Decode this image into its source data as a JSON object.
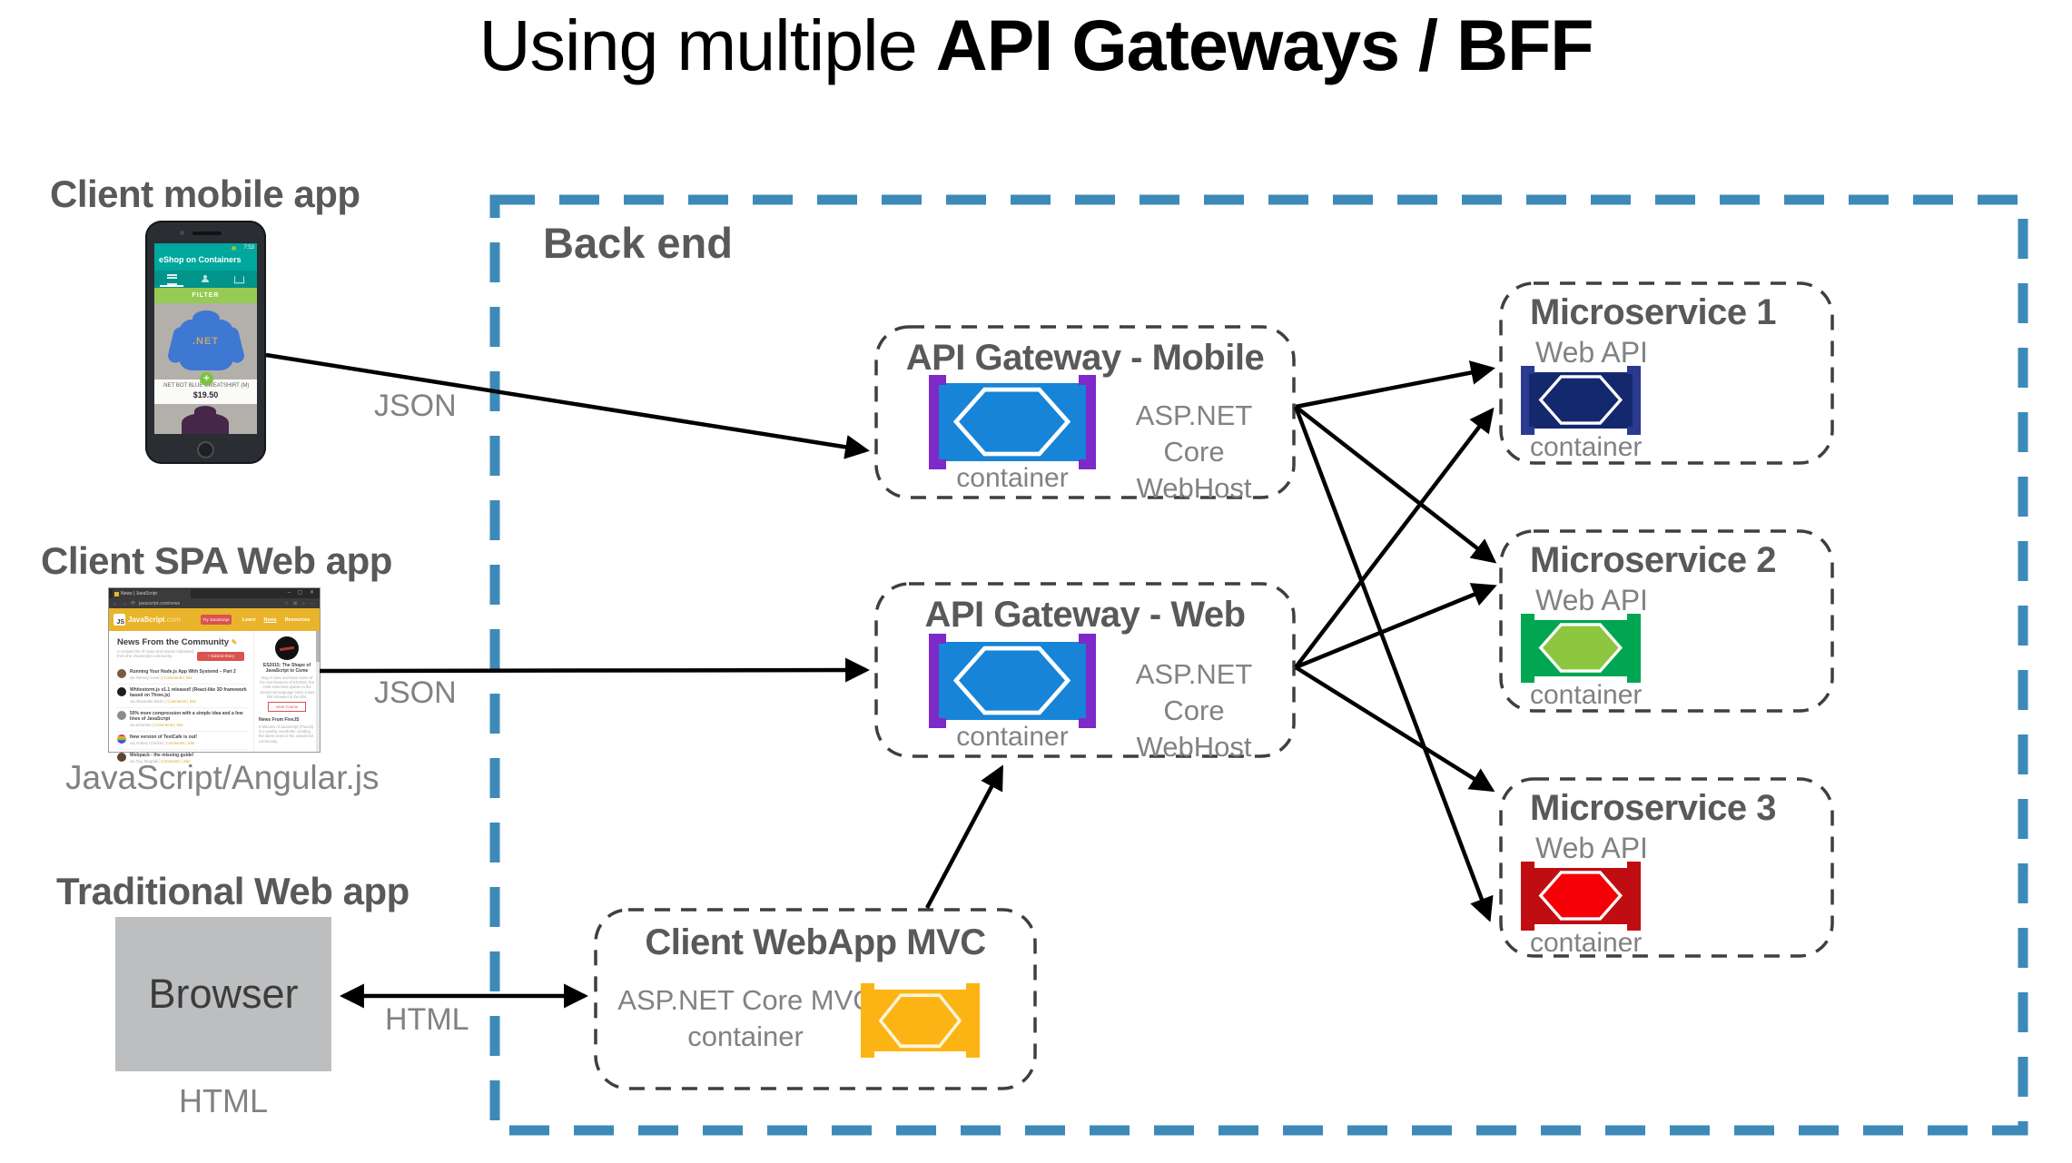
{
  "title": {
    "prefix": "Using multiple ",
    "emphasis": "API Gateways / BFF"
  },
  "backend": {
    "label": "Back end"
  },
  "edge_labels": {
    "mobile_json": "JSON",
    "spa_json": "JSON",
    "html": "HTML"
  },
  "clients": {
    "mobile": {
      "label": "Client mobile app",
      "phone": {
        "time": "7:53",
        "app_title": "eShop on Containers",
        "filter_button": "FILTER",
        "product_logo": ".NET",
        "product_name": ".NET BOT BLUE SWEATSHIRT (M)",
        "product_price": "$19.50"
      }
    },
    "spa": {
      "label": "Client SPA Web app",
      "caption": "JavaScript/Angular.js",
      "browser": {
        "tab_title": "News | JavaScript",
        "window_buttons": "– ▢ ✕",
        "nav_back": "←",
        "nav_fwd": "→",
        "nav_reload": "⟳",
        "url": "javascript.com/news",
        "action_icons": "☆ ⊞ ⌂ ⋯",
        "brand": "JavaScript",
        "brand_suffix": ".com",
        "try_button": "Try JavaScript",
        "nav": [
          "Learn",
          "News",
          "Resources"
        ],
        "heading": "News From the Community",
        "pencil": "✎",
        "subheading": "A curated list of news and stories submitted from the JavaScript community.",
        "submit_button": "+ Submit Story",
        "articles": [
          {
            "title": "Running Your Node.js App With Systemd – Part 2",
            "byline": "via Tierney Coren | ",
            "links": "Comments | Site"
          },
          {
            "title": "Whitestorm.js v1.1 released! (React-like 3D framework based on Three.js)",
            "byline": "via Alexander Buzin | ",
            "links": "Comments | Site"
          },
          {
            "title": "50% more compression with a simple idea and a few lines of JavaScript",
            "byline": "via arhuman | ",
            "links": "Comments | Site"
          },
          {
            "title": "New version of TestCafe is out!",
            "byline": "via Andrey Churkin | ",
            "links": "Comments | Site"
          },
          {
            "title": "Webpack - the missing guide!",
            "byline": "via Guy Mograbi | ",
            "links": "Comments | Site"
          }
        ],
        "sidebar": {
          "course_title": "ES2015: The Shape of JavaScript to Come",
          "course_text": "Stay in tune and learn some of the new features of ES2015, the most extensive update to the JavaScript language since it was first released in the 90s.",
          "course_button": "View Course",
          "newsletter_title": "News From FiveJS",
          "newsletter_text": "5 Minutes of JavaScript (FiveJS) is a weekly newsletter curating the latest news in the JavaScript community."
        }
      }
    },
    "traditional": {
      "label": "Traditional Web app",
      "box_label": "Browser",
      "caption": "HTML"
    }
  },
  "nodes": {
    "gateway_mobile": {
      "title": "API Gateway - Mobile",
      "container_label": "container",
      "tech_line1": "ASP.NET Core",
      "tech_line2": "WebHost"
    },
    "gateway_web": {
      "title": "API Gateway - Web",
      "container_label": "container",
      "tech_line1": "ASP.NET Core",
      "tech_line2": "WebHost"
    },
    "webapp_mvc": {
      "title": "Client WebApp MVC",
      "tech_line1": "ASP.NET Core MVC",
      "tech_line2": "container"
    },
    "microservice1": {
      "title": "Microservice 1",
      "subtitle": "Web API",
      "container_label": "container"
    },
    "microservice2": {
      "title": "Microservice 2",
      "subtitle": "Web API",
      "container_label": "container"
    },
    "microservice3": {
      "title": "Microservice 3",
      "subtitle": "Web API",
      "container_label": "container"
    }
  },
  "colors": {
    "backend_border": "#3D8AB8",
    "node_border": "#3F3F3F",
    "heading_text": "#58595B",
    "muted_text": "#808285",
    "arrow": "#000000",
    "gateway_container": "#1784D7",
    "gateway_bracket": "#7D2AC9",
    "ms1_container": "#14286E",
    "ms1_bracket": "#2B3990",
    "ms2_container": "#00A651",
    "ms2_hexagon": "#8DC63F",
    "ms3_container": "#C00D12",
    "ms3_hexagon": "#F50007",
    "mvc_container": "#FCB415"
  }
}
